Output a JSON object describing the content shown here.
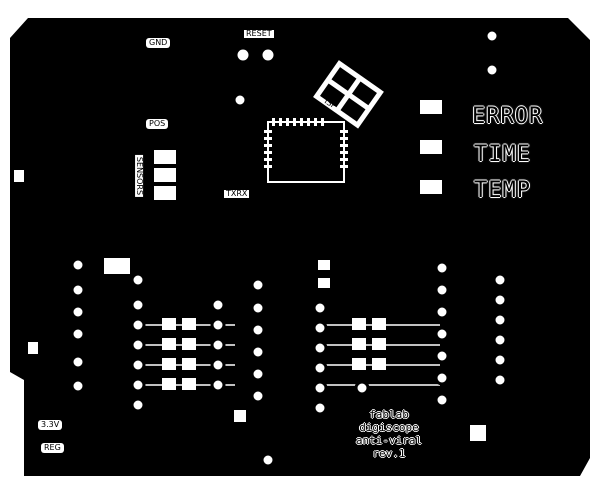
{
  "board": {
    "copper": "#ffffff",
    "substrate": "#000000"
  },
  "labels": {
    "gnd": "GND",
    "reset": "RESET",
    "pos": "POS",
    "isp": "ISP",
    "sensors": "SENSORS",
    "txrx": "TXRX",
    "reg_v": "3.3V",
    "reg": "REG"
  },
  "indicators": {
    "error": "ERROR",
    "time": "TIME",
    "temp": "TEMP"
  },
  "credits": {
    "line1": "fablab",
    "line2": "digiscope",
    "line3": "anti-viral",
    "line4": "rev.1"
  }
}
